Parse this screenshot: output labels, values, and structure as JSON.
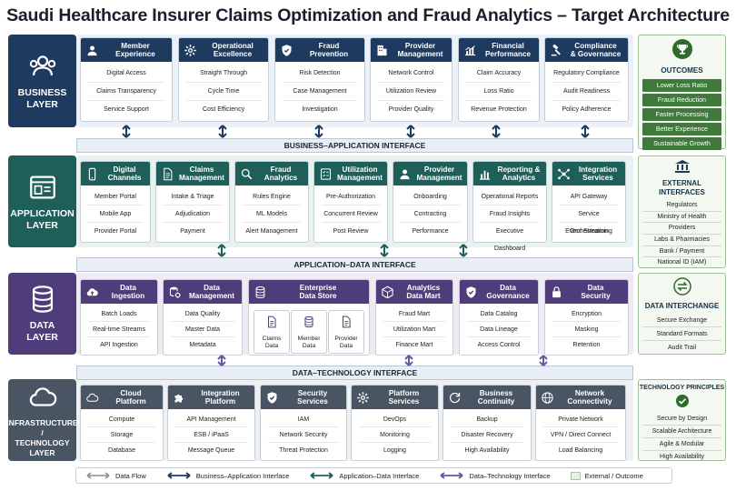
{
  "title": "Saudi Healthcare Insurer Claims Optimization and Fraud Analytics – Target Architecture",
  "layers": {
    "business": {
      "label": "BUSINESS\nLAYER",
      "icon": "people-icon"
    },
    "application": {
      "label": "APPLICATION\nLAYER",
      "icon": "app-window-icon"
    },
    "data": {
      "label": "DATA\nLAYER",
      "icon": "database-icon"
    },
    "infra": {
      "label": "INFRASTRUCTURE /\nTECHNOLOGY\nLAYER",
      "icon": "cloud-icon"
    }
  },
  "business_cards": [
    {
      "title": "Member\nExperience",
      "icon": "person-icon",
      "items": [
        "Digital Access",
        "Claims Transparency",
        "Service Support"
      ]
    },
    {
      "title": "Operational\nExcellence",
      "icon": "gear-icon",
      "items": [
        "Straight Through",
        "Cycle Time",
        "Cost Efficiency"
      ]
    },
    {
      "title": "Fraud\nPrevention",
      "icon": "shield-check-icon",
      "items": [
        "Risk Detection",
        "Case Management",
        "Investigation"
      ]
    },
    {
      "title": "Provider\nManagement",
      "icon": "building-icon",
      "items": [
        "Network Control",
        "Utilization Review",
        "Provider Quality"
      ]
    },
    {
      "title": "Financial\nPerformance",
      "icon": "chart-up-icon",
      "items": [
        "Claim Accuracy",
        "Loss Ratio",
        "Revenue Protection"
      ]
    },
    {
      "title": "Compliance\n& Governance",
      "icon": "gavel-icon",
      "items": [
        "Regulatory Compliance",
        "Audit Readiness",
        "Policy Adherence"
      ]
    }
  ],
  "application_cards": [
    {
      "title": "Digital\nChannels",
      "icon": "mobile-icon",
      "items": [
        "Member Portal",
        "Mobile App",
        "Provider Portal"
      ]
    },
    {
      "title": "Claims\nManagement",
      "icon": "document-icon",
      "items": [
        "Intake & Triage",
        "Adjudication",
        "Payment"
      ]
    },
    {
      "title": "Fraud\nAnalytics",
      "icon": "magnifier-icon",
      "items": [
        "Rules Engine",
        "ML Models",
        "Alert Management"
      ]
    },
    {
      "title": "Utilization\nManagement",
      "icon": "checklist-icon",
      "items": [
        "Pre-Authorization",
        "Concurrent Review",
        "Post Review"
      ]
    },
    {
      "title": "Provider\nManagement",
      "icon": "person-icon",
      "items": [
        "Onboarding",
        "Contracting",
        "Performance"
      ]
    },
    {
      "title": "Reporting &\nAnalytics",
      "icon": "bar-chart-icon",
      "items": [
        "Operational Reports",
        "Fraud Insights",
        "Executive Dashboard"
      ]
    },
    {
      "title": "Integration\nServices",
      "icon": "network-icon",
      "items": [
        "API Gateway",
        "Service Orchestration",
        "Event Streaming"
      ]
    }
  ],
  "data_cards": [
    {
      "title": "Data\nIngestion",
      "icon": "cloud-upload-icon",
      "items": [
        "Batch Loads",
        "Real-time Streams",
        "API Ingestion"
      ]
    },
    {
      "title": "Data\nManagement",
      "icon": "database-gear-icon",
      "items": [
        "Data Quality",
        "Master Data",
        "Metadata"
      ]
    },
    {
      "title": "Enterprise\nData Store",
      "icon": "database-icon",
      "subs": [
        {
          "label": "Claims\nData",
          "icon": "document-icon"
        },
        {
          "label": "Member\nData",
          "icon": "database-icon"
        },
        {
          "label": "Provider\nData",
          "icon": "document-icon"
        }
      ]
    },
    {
      "title": "Analytics\nData Mart",
      "icon": "cube-icon",
      "items": [
        "Fraud Mart",
        "Utilization Mart",
        "Finance Mart"
      ]
    },
    {
      "title": "Data\nGovernance",
      "icon": "shield-check-icon",
      "items": [
        "Data Catalog",
        "Data Lineage",
        "Access Control"
      ]
    },
    {
      "title": "Data\nSecurity",
      "icon": "lock-icon",
      "items": [
        "Encryption",
        "Masking",
        "Retention"
      ]
    }
  ],
  "infra_cards": [
    {
      "title": "Cloud\nPlatform",
      "icon": "cloud-icon",
      "items": [
        "Compute",
        "Storage",
        "Database"
      ]
    },
    {
      "title": "Integration\nPlatform",
      "icon": "puzzle-icon",
      "items": [
        "API Management",
        "ESB / iPaaS",
        "Message Queue"
      ]
    },
    {
      "title": "Security\nServices",
      "icon": "shield-check-icon",
      "items": [
        "IAM",
        "Network Security",
        "Threat Protection"
      ]
    },
    {
      "title": "Platform\nServices",
      "icon": "gear-icon",
      "items": [
        "DevOps",
        "Monitoring",
        "Logging"
      ]
    },
    {
      "title": "Business\nContinuity",
      "icon": "refresh-icon",
      "items": [
        "Backup",
        "Disaster Recovery",
        "High Availability"
      ]
    },
    {
      "title": "Network\nConnectivity",
      "icon": "globe-icon",
      "items": [
        "Private Network",
        "VPN / Direct Connect",
        "Load Balancing"
      ]
    }
  ],
  "interfaces": {
    "business_application": "BUSINESS–APPLICATION INTERFACE",
    "application_data": "APPLICATION–DATA INTERFACE",
    "data_technology": "DATA–TECHNOLOGY INTERFACE"
  },
  "outcomes": {
    "title": "OUTCOMES",
    "icon": "trophy-icon",
    "items": [
      "Lower Loss Ratio",
      "Fraud Reduction",
      "Faster Processing",
      "Better Experience",
      "Sustainable Growth"
    ]
  },
  "external_interfaces": {
    "title": "EXTERNAL\nINTERFACES",
    "icon": "institution-icon",
    "items": [
      "Regulators",
      "Ministry of Health",
      "Providers",
      "Labs & Pharmacies",
      "Bank / Payment",
      "National ID (IAM)"
    ]
  },
  "data_interchange": {
    "title": "DATA INTERCHANGE",
    "icon": "exchange-icon",
    "items": [
      "Secure Exchange",
      "Standard Formats",
      "Audit Trail"
    ]
  },
  "technology_principles": {
    "title": "TECHNOLOGY PRINCIPLES",
    "icon": "check-circle-icon",
    "items": [
      "Secure by Design",
      "Scalable Architecture",
      "Agile & Modular",
      "High Availability"
    ]
  },
  "legend": {
    "data_flow": "Data Flow",
    "business_application": "Business–Application Interface",
    "application_data": "Application–Data Interface",
    "data_technology": "Data–Technology Interface",
    "external_outcome": "External / Outcome"
  },
  "colors": {
    "business": "#1f3a5f",
    "application": "#1f5f5a",
    "data": "#4e3d7a",
    "infra": "#4a5563",
    "outcome_green": "#3e7a3a"
  }
}
